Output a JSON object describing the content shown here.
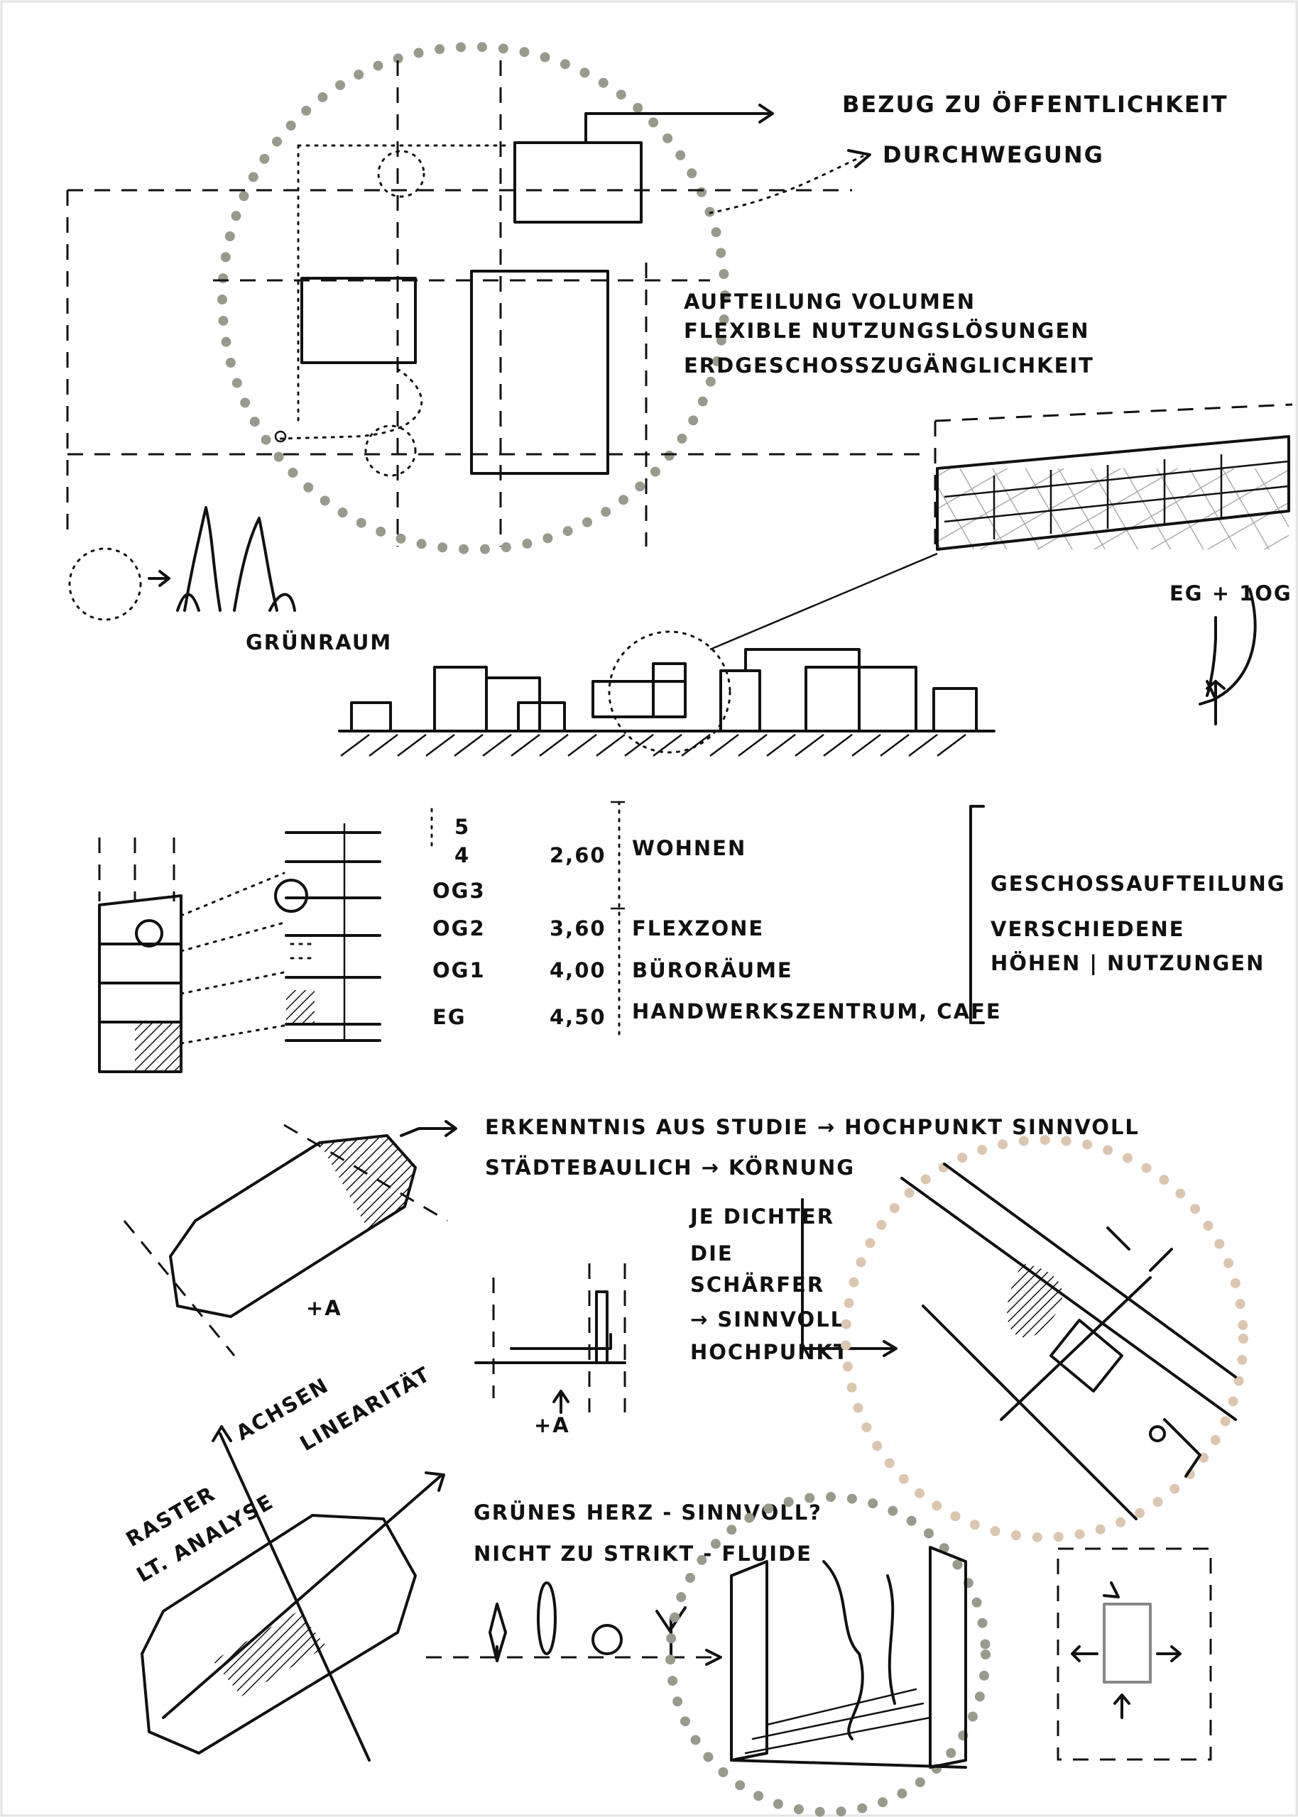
{
  "colors": {
    "ink": "#111111",
    "dot_gray": "#9a9a8c",
    "dot_beige": "#dcc6b0",
    "paper": "#ffffff",
    "border": "#e4e4e4"
  },
  "site_concept": {
    "bezug": "BEZUG ZU ÖFFENTLICHKEIT",
    "durchwegung": "DURCHWEGUNG",
    "notes": [
      "AUFTEILUNG VOLUMEN",
      "FLEXIBLE NUTZUNGSLÖSUNGEN",
      "ERDGESCHOSSZUGÄNGLICHKEIT"
    ],
    "gruenraum": "GRÜNRAUM",
    "eg_label": "EG + 1OG"
  },
  "floors": {
    "rows": [
      {
        "level": "5",
        "height": "",
        "use": ""
      },
      {
        "level": "4",
        "height": "2,60",
        "use": "WOHNEN"
      },
      {
        "level": "OG3",
        "height": "",
        "use": ""
      },
      {
        "level": "OG2",
        "height": "3,60",
        "use": "FLEXZONE"
      },
      {
        "level": "OG1",
        "height": "4,00",
        "use": "BÜRORÄUME"
      },
      {
        "level": "EG",
        "height": "4,50",
        "use": "HANDWERKSZENTRUM, CAFE"
      }
    ],
    "summary": [
      "GESCHOSSAUFTEILUNG",
      "VERSCHIEDENE",
      "HÖHEN | NUTZUNGEN"
    ]
  },
  "study": {
    "line1": "ERKENNTNIS AUS STUDIE → HOCHPUNKT SINNVOLL",
    "line2": "STÄDTEBAULICH → KÖRNUNG",
    "plus_a": "+A",
    "density": [
      "JE DICHTER",
      "DIE",
      "SCHÄRFER",
      "→ SINNVOLL",
      "HOCHPUNKT"
    ]
  },
  "grid": {
    "raster": "RASTER",
    "lt": "LT. ANALYSE",
    "achsen": "ACHSEN",
    "linearitaet": "LINEARITÄT"
  },
  "green": {
    "line1": "GRÜNES HERZ - SINNVOLL?",
    "line2": "NICHT ZU STRIKT - FLUIDE"
  }
}
